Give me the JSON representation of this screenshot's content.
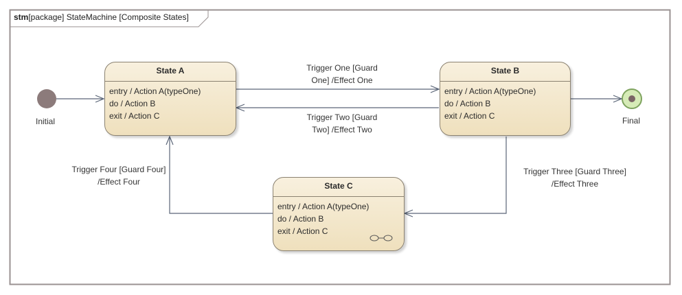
{
  "frame": {
    "keyword": "stm",
    "title": "[package] StateMachine [Composite States]"
  },
  "initial": {
    "label": "Initial"
  },
  "final": {
    "label": "Final"
  },
  "states": {
    "a": {
      "name": "State A",
      "entry": "entry / Action A(typeOne)",
      "do": "do / Action B",
      "exit": "exit / Action C"
    },
    "b": {
      "name": "State B",
      "entry": "entry / Action A(typeOne)",
      "do": "do / Action B",
      "exit": "exit / Action C"
    },
    "c": {
      "name": "State C",
      "entry": "entry / Action A(typeOne)",
      "do": "do / Action B",
      "exit": "exit / Action C",
      "icon": "composite-state-icon"
    }
  },
  "transitions": {
    "one": {
      "line1": "Trigger One [Guard",
      "line2": "One] /Effect One"
    },
    "two": {
      "line1": "Trigger Two [Guard",
      "line2": "Two] /Effect Two"
    },
    "three": {
      "line1": "Trigger Three [Guard Three]",
      "line2": "/Effect Three"
    },
    "four": {
      "line1": "Trigger Four [Guard Four]",
      "line2": "/Effect Four"
    }
  },
  "colors": {
    "frame": "#9a9292",
    "line": "#5a6577",
    "state_fill_top": "#f8f0de",
    "state_fill_bottom": "#efe0bd",
    "initial_fill": "#8c7b7b",
    "final_ring": "#7ea35e",
    "final_fill": "#d6ebb7"
  }
}
